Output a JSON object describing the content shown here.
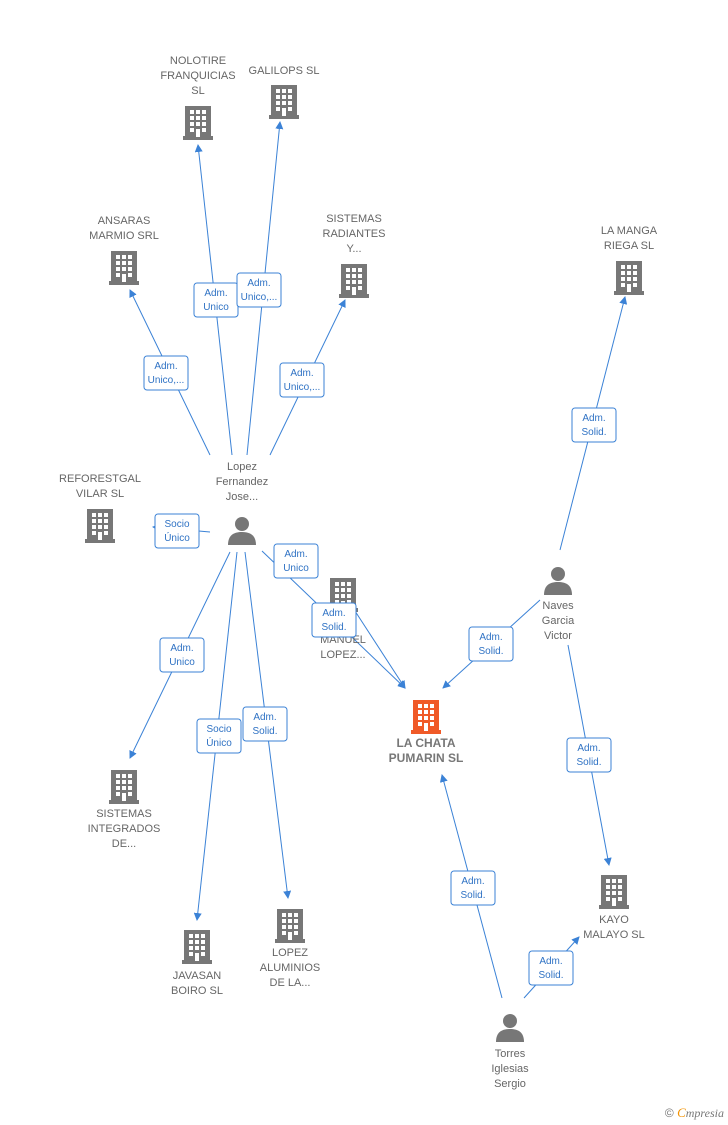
{
  "colors": {
    "edge": "#3b82d6",
    "building": "#777777",
    "main_building": "#f05a28",
    "person": "#777777"
  },
  "nodes": [
    {
      "id": "nolotire",
      "type": "company",
      "label": [
        "NOLOTIRE",
        "FRANQUICIAS",
        "SL"
      ]
    },
    {
      "id": "galilops",
      "type": "company",
      "label": [
        "GALILOPS  SL"
      ]
    },
    {
      "id": "ansaras",
      "type": "company",
      "label": [
        "ANSARAS",
        "MARMIO SRL"
      ]
    },
    {
      "id": "sistemas_rad",
      "type": "company",
      "label": [
        "SISTEMAS",
        "RADIANTES",
        "Y..."
      ]
    },
    {
      "id": "lamanga",
      "type": "company",
      "label": [
        "LA MANGA",
        "RIEGA SL"
      ]
    },
    {
      "id": "reforestgal",
      "type": "company",
      "label": [
        "REFORESTGAL",
        "VILAR  SL"
      ]
    },
    {
      "id": "lopez_person",
      "type": "person",
      "label": [
        "Lopez",
        "Fernandez",
        "Jose..."
      ]
    },
    {
      "id": "manuel",
      "type": "company",
      "label": [
        "MANUEL",
        "LOPEZ..."
      ]
    },
    {
      "id": "naves",
      "type": "person",
      "label": [
        "Naves",
        "Garcia",
        "Victor"
      ]
    },
    {
      "id": "lachata",
      "type": "main",
      "label": [
        "LA CHATA",
        "PUMARIN  SL"
      ]
    },
    {
      "id": "sistemas_int",
      "type": "company",
      "label": [
        "SISTEMAS",
        "INTEGRADOS",
        "DE..."
      ]
    },
    {
      "id": "javasan",
      "type": "company",
      "label": [
        "JAVASAN",
        "BOIRO SL"
      ]
    },
    {
      "id": "lopez_alum",
      "type": "company",
      "label": [
        "LOPEZ",
        "ALUMINIOS",
        "DE LA..."
      ]
    },
    {
      "id": "kayo",
      "type": "company",
      "label": [
        "KAYO",
        "MALAYO  SL"
      ]
    },
    {
      "id": "torres",
      "type": "person",
      "label": [
        "Torres",
        "Iglesias",
        "Sergio"
      ]
    }
  ],
  "edges": [
    {
      "from": "lopez_person",
      "to": "nolotire",
      "label": [
        "Adm.",
        "Unico"
      ]
    },
    {
      "from": "lopez_person",
      "to": "galilops",
      "label": [
        "Adm.",
        "Unico,..."
      ]
    },
    {
      "from": "lopez_person",
      "to": "ansaras",
      "label": [
        "Adm.",
        "Unico,..."
      ]
    },
    {
      "from": "lopez_person",
      "to": "sistemas_rad",
      "label": [
        "Adm.",
        "Unico,..."
      ]
    },
    {
      "from": "lopez_person",
      "to": "reforestgal",
      "label": [
        "Socio",
        "Único"
      ]
    },
    {
      "from": "lopez_person",
      "to": "lachata",
      "label": [
        "Adm.",
        "Unico"
      ]
    },
    {
      "from": "lopez_person",
      "to": "sistemas_int",
      "label": [
        "Adm.",
        "Unico"
      ]
    },
    {
      "from": "lopez_person",
      "to": "javasan",
      "label": [
        "Socio",
        "Único"
      ]
    },
    {
      "from": "lopez_person",
      "to": "lopez_alum",
      "label": [
        "Adm.",
        "Solid."
      ]
    },
    {
      "from": "manuel",
      "to": "lachata",
      "label": [
        "Adm.",
        "Solid."
      ]
    },
    {
      "from": "naves",
      "to": "lamanga",
      "label": [
        "Adm.",
        "Solid."
      ]
    },
    {
      "from": "naves",
      "to": "lachata",
      "label": [
        "Adm.",
        "Solid."
      ]
    },
    {
      "from": "naves",
      "to": "kayo",
      "label": [
        "Adm.",
        "Solid."
      ]
    },
    {
      "from": "torres",
      "to": "lachata",
      "label": [
        "Adm.",
        "Solid."
      ]
    },
    {
      "from": "torres",
      "to": "kayo",
      "label": [
        "Adm.",
        "Solid."
      ]
    }
  ],
  "footer": {
    "copyright": "©",
    "brand_first": "C",
    "brand_rest": "mpresia"
  }
}
